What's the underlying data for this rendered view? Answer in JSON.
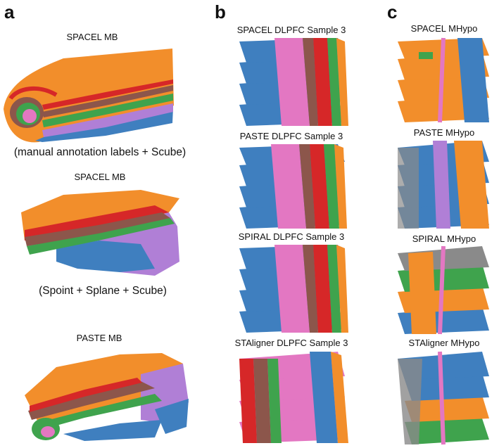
{
  "panels": {
    "a": {
      "letter": "a",
      "plots": [
        {
          "title": "SPACEL MB",
          "subtitle": "(manual annotation labels + Scube)"
        },
        {
          "title": "SPACEL MB",
          "subtitle": "(Spoint + Splane + Scube)"
        },
        {
          "title": "PASTE MB"
        }
      ]
    },
    "b": {
      "letter": "b",
      "plots": [
        {
          "title": "SPACEL DLPFC Sample 3"
        },
        {
          "title": "PASTE DLPFC Sample 3"
        },
        {
          "title": "SPIRAL DLPFC Sample 3"
        },
        {
          "title": "STAligner DLPFC Sample 3"
        }
      ]
    },
    "c": {
      "letter": "c",
      "plots": [
        {
          "title": "SPACEL MHypo"
        },
        {
          "title": "PASTE MHypo"
        },
        {
          "title": "SPIRAL MHypo"
        },
        {
          "title": "STAligner MHypo"
        }
      ]
    }
  },
  "colors": {
    "orange": "#f28e2b",
    "blue": "#3f7fbf",
    "red": "#d62728",
    "green": "#3fa34d",
    "pink": "#e377c2",
    "brown": "#8c564b",
    "purple": "#b07fd6",
    "gray": "#8a8a8a"
  }
}
